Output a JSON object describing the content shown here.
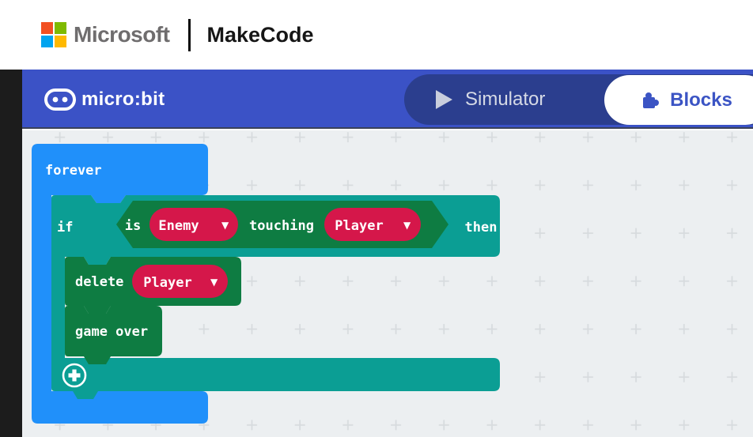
{
  "header": {
    "microsoft_label": "Microsoft",
    "makecode_label": "MakeCode"
  },
  "navbar": {
    "brand_label": "micro:bit",
    "simulator_label": "Simulator",
    "blocks_label": "Blocks"
  },
  "workspace": {
    "blocks": {
      "forever_label": "forever",
      "if_label": "if",
      "is_label": "is",
      "touching_label": "touching",
      "then_label": "then",
      "enemy_value": "Enemy",
      "player_value": "Player",
      "delete_label": "delete",
      "game_over_label": "game over"
    },
    "icons": {
      "chevron_down": "▼"
    }
  },
  "colors": {
    "nav_bg": "#3b52c6",
    "nav_pill_bg": "#2b3e8e",
    "nav_accent": "#3b54c4",
    "forever_block": "#2090fa",
    "if_block": "#0b9e94",
    "condition_block": "#0e7c42",
    "dropdown_pill": "#d5174a",
    "ms_red": "#f25022",
    "ms_green": "#7fba00",
    "ms_blue": "#00a4ef",
    "ms_yellow": "#ffb900",
    "workspace_bg": "#eceff1"
  }
}
